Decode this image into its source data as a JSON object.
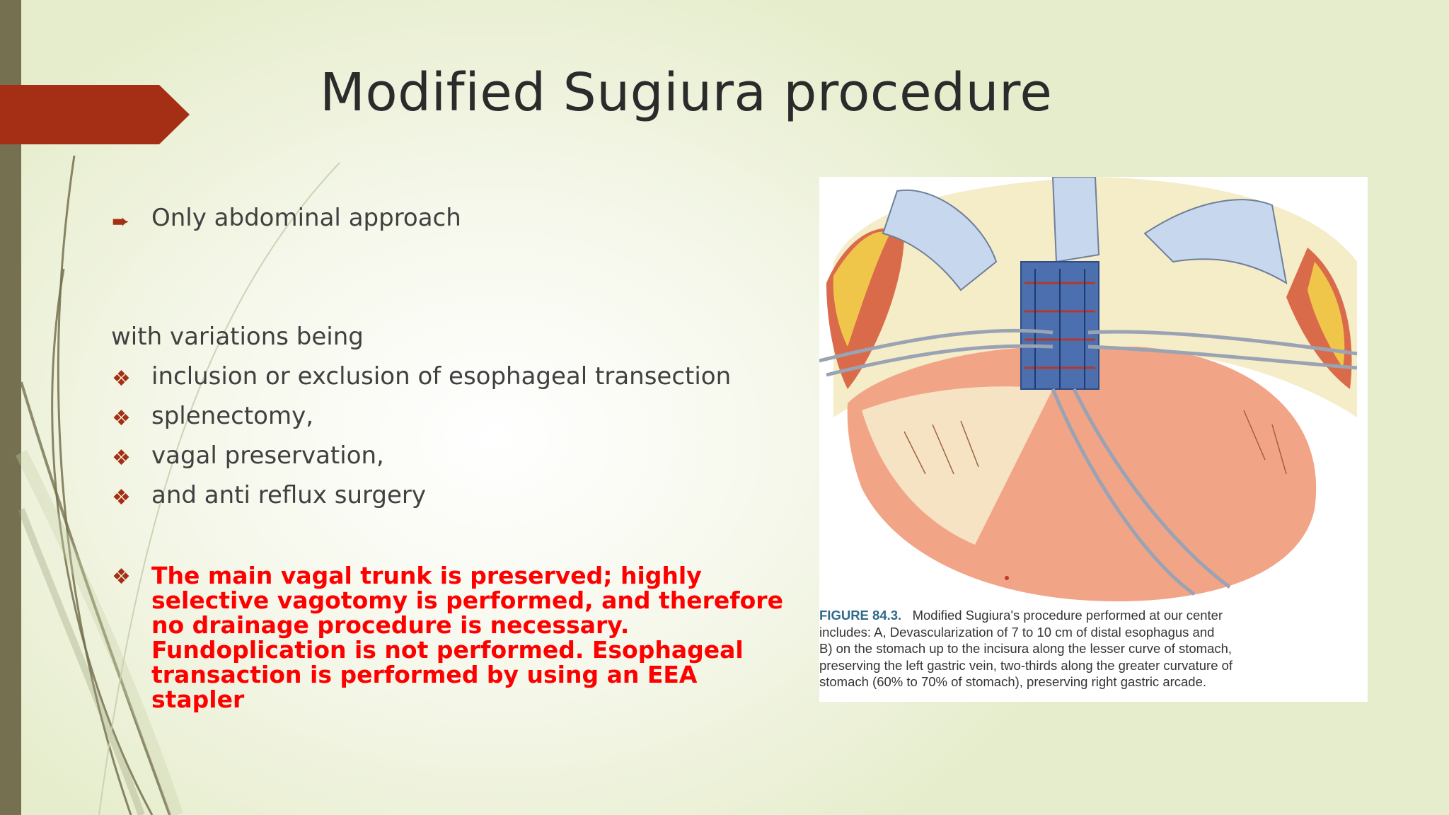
{
  "slide": {
    "title": "Modified Sugiura procedure",
    "bullets_top": [
      "Only abdominal approach"
    ],
    "variations_intro": "with variations being",
    "variations": [
      "inclusion or exclusion of esophageal transection",
      "splenectomy,",
      "vagal preservation,",
      "and anti reflux surgery"
    ],
    "red_paragraph": "The main vagal trunk is preserved; highly selective vagotomy is performed, and therefore no drainage procedure is necessary. Fundoplication is not performed. Esophageal transaction is performed by using an EEA stapler"
  },
  "figure": {
    "label": "FIGURE 84.3.",
    "caption_lines": [
      "Modified Sugiura's procedure performed at our center",
      "includes: A, Devascularization of 7 to 10 cm of distal esophagus and",
      "B) on the stomach up to the incisura along the lesser curve of stomach,",
      "preserving the left gastric vein, two-thirds along the greater curvature of",
      "stomach (60% to 70% of stomach), preserving right gastric arcade."
    ]
  },
  "icons": {
    "arrow_bullet": "arrow-bullet-icon",
    "diamond_bullet": "four-diamond-bullet-icon"
  },
  "colors": {
    "accent": "#a42f14",
    "left_bar": "#75704f",
    "emphasis_text": "#ff0000"
  }
}
